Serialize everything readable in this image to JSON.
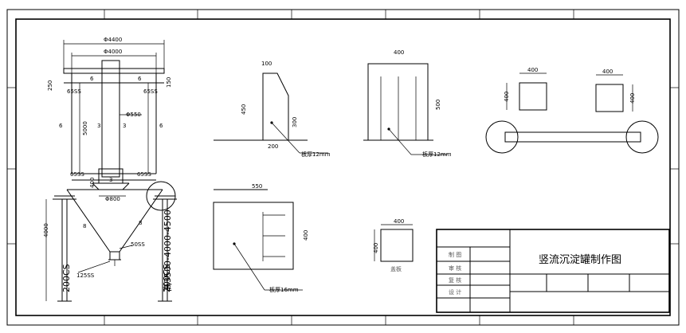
{
  "tank": {
    "dim_outer_width": "Φ4400",
    "dim_inner_width": "Φ4000",
    "dim_250": "250",
    "dim_150": "150",
    "top_6_left": "6",
    "top_6_right": "6",
    "label_65ss_tl": "65SS",
    "label_65ss_tr": "65SS",
    "pipe_dia": "Φ550",
    "dim_5000": "5000",
    "wall_6_left": "6",
    "wall_6_right": "6",
    "wall_3_left": "3",
    "wall_3_right": "3",
    "label_65ss_bl": "65SS",
    "label_65ss_br": "65SS",
    "dim_400": "400",
    "cone_3": "3",
    "cone_dia": "Φ800",
    "cone_8_left": "8",
    "cone_8_right": "8",
    "leg_height": "4000",
    "label_50ss": "50SS",
    "label_125ss": "125SS",
    "leg_left_label": "200CS",
    "leg_right_label": "200CS",
    "total_height": "高3500-4000-4500"
  },
  "plate_trapezoid": {
    "dim_top": "100",
    "dim_left": "450",
    "dim_right": "300",
    "dim_bottom": "200",
    "thickness_note": "板厚12mm"
  },
  "plate_frame": {
    "dim_top": "400",
    "dim_right": "500",
    "thickness_note": "板厚12mm"
  },
  "plate_square": {
    "dim_top": "550",
    "dim_right": "400",
    "thickness_note": "板厚16mm"
  },
  "small_plate": {
    "dim_top": "400",
    "dim_left": "400",
    "note": "盖板"
  },
  "brackets": {
    "left_top": "400",
    "left_side": "400",
    "right_top": "400",
    "right_side": "400"
  },
  "title_block": {
    "title": "竖流沉淀罐制作图",
    "row_labels": [
      "制 图",
      "审 核",
      "复 核",
      "设 计"
    ]
  }
}
